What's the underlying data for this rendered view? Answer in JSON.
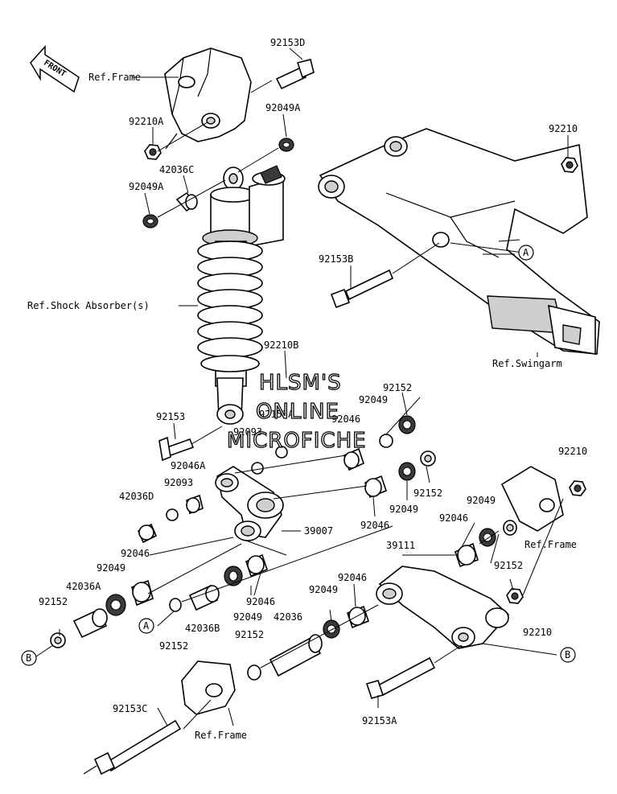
{
  "labels": {
    "p92153D": "92153D",
    "refFrame1": "Ref.Frame",
    "p92210A": "92210A",
    "p92049A_1": "92049A",
    "p42036C": "42036C",
    "p92049A_2": "92049A",
    "refShock": "Ref.Shock Absorber(s)",
    "p92210_1": "92210",
    "p92153B": "92153B",
    "p92210B": "92210B",
    "refSwingarm": "Ref.Swingarm",
    "p92153": "92153",
    "p92153A_top": "92153A",
    "p92093_1": "92093",
    "p92046_1": "92046",
    "p92049_1": "92049",
    "p92152_1": "92152",
    "p92046A": "92046A",
    "p92093_2": "92093",
    "p42036D": "42036D",
    "p92152_2": "92152",
    "p92049_2": "92049",
    "p92046_2": "92046",
    "p39007": "39007",
    "p92210_2": "92210",
    "p92049_3": "92049",
    "p92046_3": "92046",
    "refFrame2": "Ref.Frame",
    "p92152_3": "92152",
    "p92046_4": "92046",
    "p92049_4": "92049",
    "p42036A": "42036A",
    "p92152_4": "92152",
    "p39111": "39111",
    "p92046_5": "92046",
    "p92049_5": "92049",
    "p92046_6": "92046",
    "p42036B": "42036B",
    "p92049_6": "92049",
    "p42036": "42036",
    "p92210_3": "92210",
    "p92152_5": "92152",
    "p92152_6": "92152",
    "p92153C": "92153C",
    "refFrame3": "Ref.Frame",
    "p92153A": "92153A"
  },
  "markers": {
    "a1": "A",
    "a2": "A",
    "b1": "B",
    "b2": "B"
  },
  "front_label": "FRONT",
  "watermark": {
    "line1": "HLSM'S",
    "line2": "ONLINE",
    "line3": "MICROFICHE"
  }
}
